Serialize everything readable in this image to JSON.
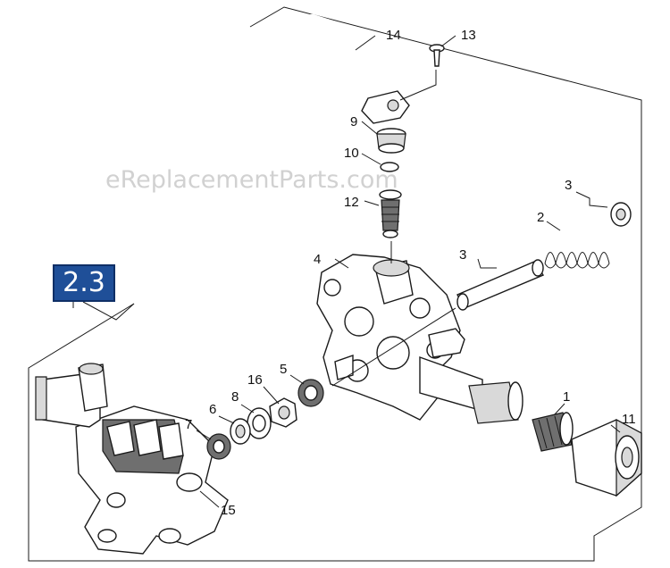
{
  "section_label": "2.3",
  "watermark": "eReplacementParts.com",
  "callouts": {
    "p1": "1",
    "p2": "2",
    "p3a": "3",
    "p3b": "3",
    "p4": "4",
    "p5": "5",
    "p6": "6",
    "p7": "7",
    "p8": "8",
    "p9": "9",
    "p10": "10",
    "p11": "11",
    "p12": "12",
    "p13": "13",
    "p14": "14",
    "p15": "15",
    "p16": "16"
  },
  "colors": {
    "badge": "#1f4f98",
    "line": "#1a1a1a",
    "watermark": "#c9c9c9"
  }
}
